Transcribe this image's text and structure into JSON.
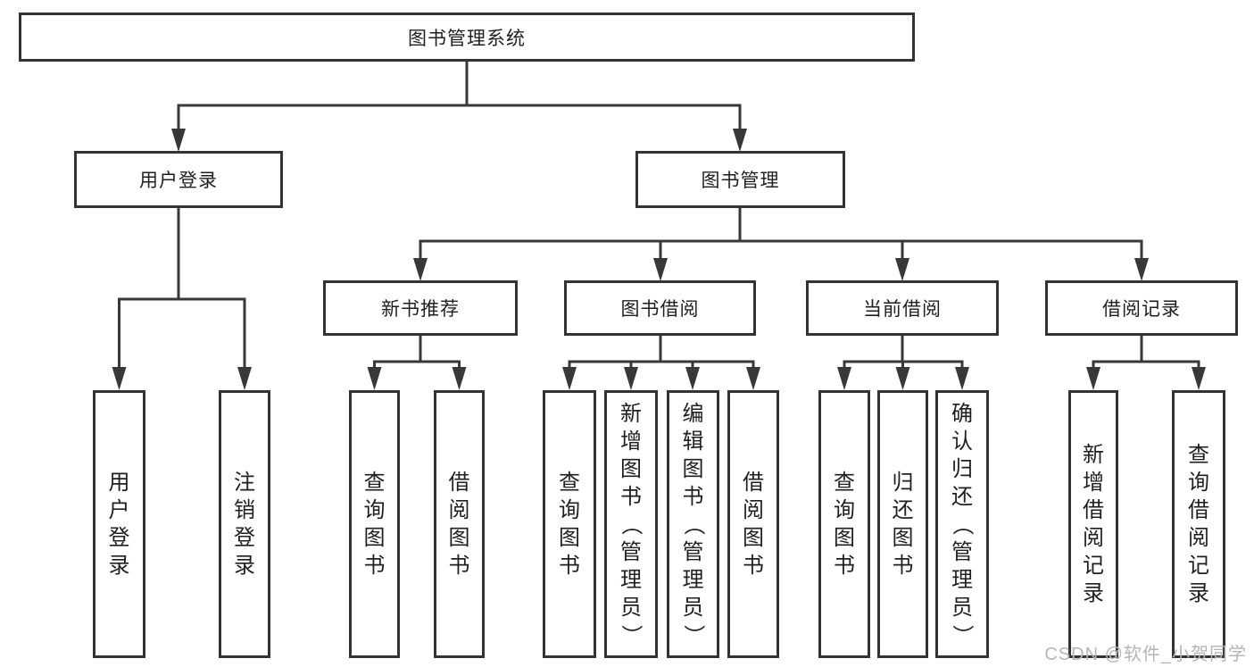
{
  "nodes": {
    "root": "图书管理系统",
    "user_login": "用户登录",
    "book_management": "图书管理",
    "new_book_recommend": "新书推荐",
    "book_borrow": "图书借阅",
    "current_borrow": "当前借阅",
    "borrow_records": "借阅记录"
  },
  "leaves": [
    "用户登录",
    "注销登录",
    "查询图书",
    "借阅图书",
    "查询图书",
    "新增图书（管理员）",
    "编辑图书（管理员）",
    "借阅图书",
    "查询图书",
    "归还图书",
    "确认归还（管理员）",
    "新增借阅记录",
    "查询借阅记录"
  ],
  "watermark": "CSDN @软件_小贺同学",
  "colors": {
    "line": "#383838",
    "box_border": "#333333",
    "text": "#1f1f1f",
    "watermark": "#b3b6b9",
    "background": "#ffffff"
  }
}
